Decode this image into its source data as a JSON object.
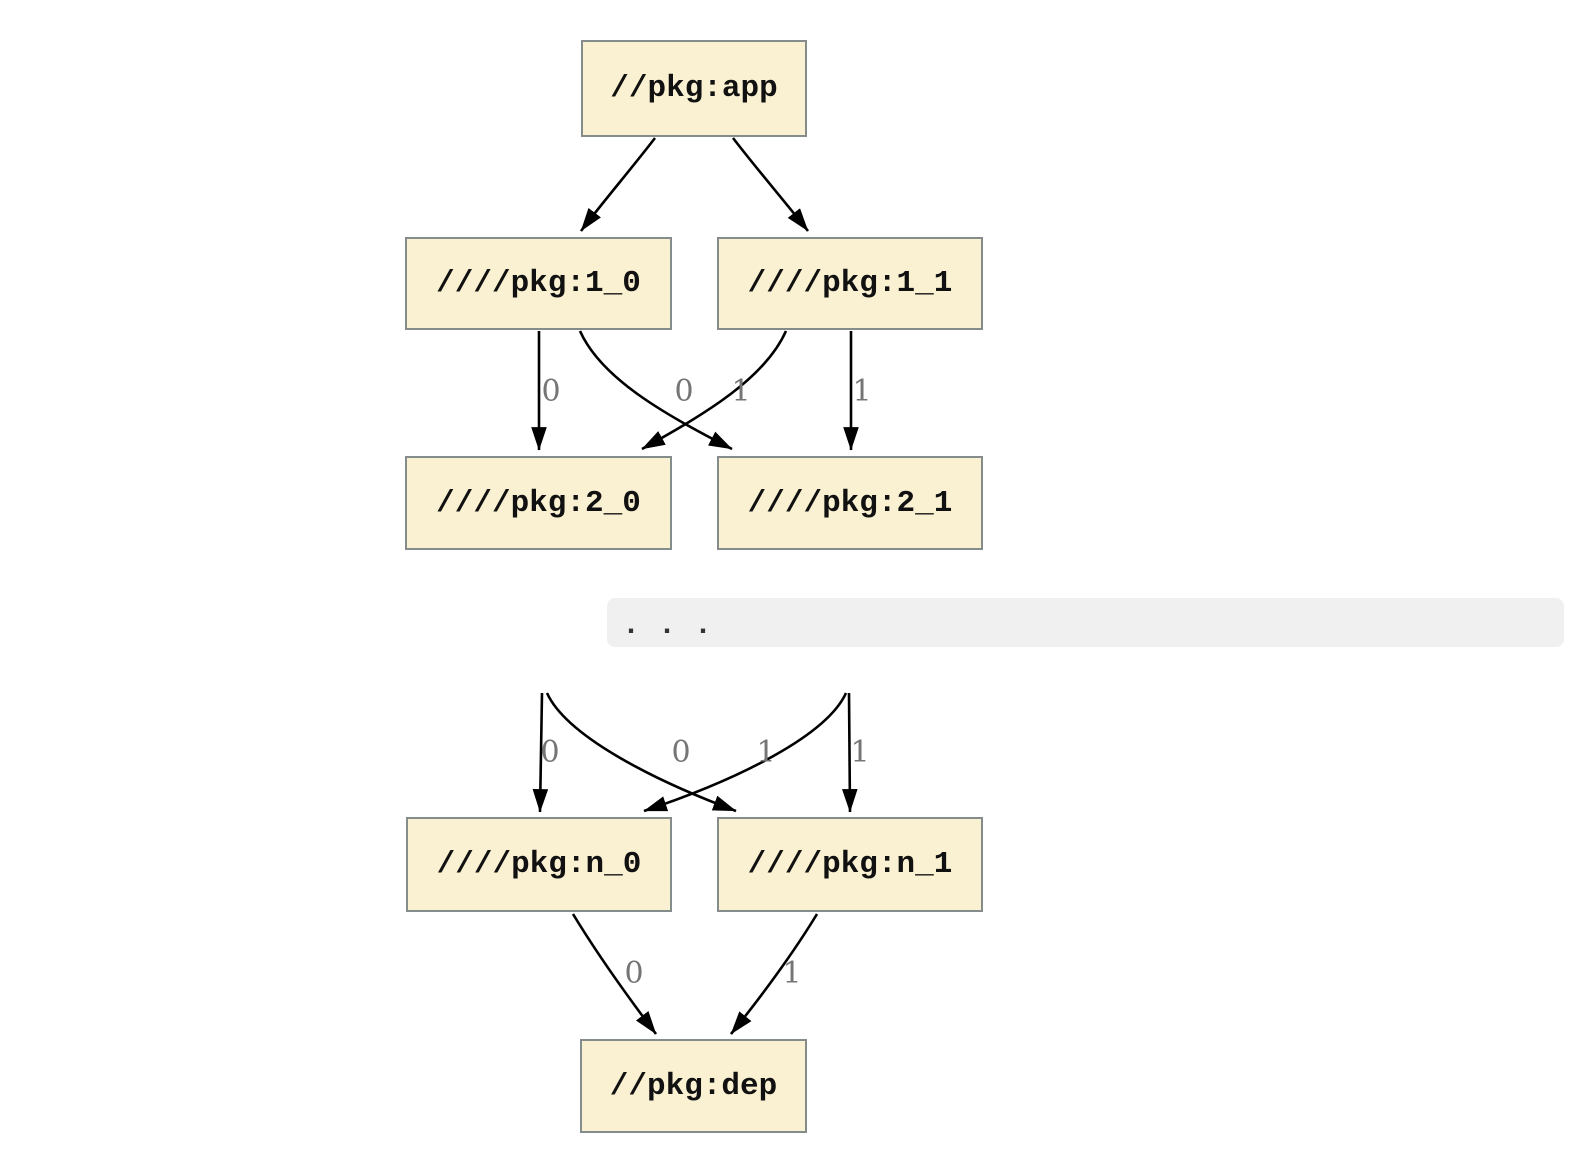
{
  "diagram": {
    "type": "dependency-graph",
    "nodes": [
      {
        "id": "app",
        "label": "//pkg:app"
      },
      {
        "id": "1_0",
        "label": "////pkg:1_0"
      },
      {
        "id": "1_1",
        "label": "////pkg:1_1"
      },
      {
        "id": "2_0",
        "label": "////pkg:2_0"
      },
      {
        "id": "2_1",
        "label": "////pkg:2_1"
      },
      {
        "id": "n_0",
        "label": "////pkg:n_0"
      },
      {
        "id": "n_1",
        "label": "////pkg:n_1"
      },
      {
        "id": "dep",
        "label": "//pkg:dep"
      }
    ],
    "edges": [
      {
        "from": "//pkg:app",
        "to": "////pkg:1_0",
        "label": ""
      },
      {
        "from": "//pkg:app",
        "to": "////pkg:1_1",
        "label": ""
      },
      {
        "from": "////pkg:1_0",
        "to": "////pkg:2_0",
        "label": "0"
      },
      {
        "from": "////pkg:1_0",
        "to": "////pkg:2_1",
        "label": "1"
      },
      {
        "from": "////pkg:1_1",
        "to": "////pkg:2_0",
        "label": "0"
      },
      {
        "from": "////pkg:1_1",
        "to": "////pkg:2_1",
        "label": "1"
      },
      {
        "from": "...",
        "to": "////pkg:n_0",
        "label": "0"
      },
      {
        "from": "...",
        "to": "////pkg:n_1",
        "label": "1"
      },
      {
        "from": "...",
        "to": "////pkg:n_0",
        "label": "0"
      },
      {
        "from": "...",
        "to": "////pkg:n_1",
        "label": "1"
      },
      {
        "from": "////pkg:n_0",
        "to": "//pkg:dep",
        "label": "0"
      },
      {
        "from": "////pkg:n_1",
        "to": "//pkg:dep",
        "label": "1"
      }
    ],
    "ellipsis": ". . ."
  },
  "colors": {
    "node_fill": "#faf1d2",
    "node_border": "#858c8c",
    "edge": "#000000",
    "edge_label": "#757575",
    "ellipsis_bg": "#f0f0f0",
    "background": "#ffffff"
  }
}
